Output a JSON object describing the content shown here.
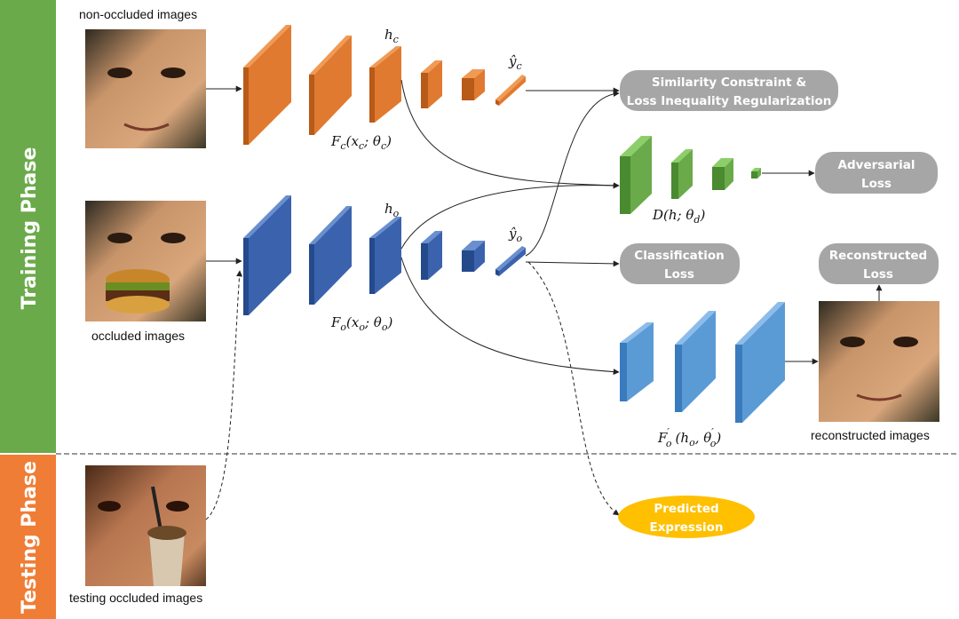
{
  "phases": {
    "training": "Training  Phase",
    "testing": "Testing Phase"
  },
  "image_labels": {
    "non_occluded": "non-occluded images",
    "occluded": "occluded images",
    "reconstructed": "reconstructed images",
    "testing_occluded": "testing occluded images"
  },
  "losses": {
    "similarity_line1": "Similarity Constraint &",
    "similarity_line2": "Loss Inequality Regularization",
    "adversarial_line1": "Adversarial",
    "adversarial_line2": "Loss",
    "classification_line1": "Classification",
    "classification_line2": "Loss",
    "reconstructed_line1": "Reconstructed",
    "reconstructed_line2": "Loss",
    "predicted_line1": "Predicted",
    "predicted_line2": "Expression"
  },
  "math": {
    "h_c": "h",
    "h_c_sub": "c",
    "h_o": "h",
    "h_o_sub": "o",
    "yhat_c": "ŷ",
    "yhat_c_sub": "c",
    "yhat_o": "ŷ",
    "yhat_o_sub": "o",
    "F_c": "F",
    "F_c_sub": "c",
    "F_c_args": "(x",
    "F_c_args_sub": "c",
    "F_c_args_rest": "; θ",
    "F_c_args_sub2": "c",
    "F_c_close": ")",
    "F_o": "F",
    "F_o_sub": "o",
    "F_o_args": "(x",
    "F_o_args_sub": "o",
    "F_o_args_rest": "; θ",
    "F_o_args_sub2": "o",
    "F_o_close": ")",
    "D": "D(h; θ",
    "D_sub": "d",
    "D_close": ")",
    "Fp": "F",
    "Fp_sub": "o",
    "Fp_sup": "′",
    "Fp_args": "(h",
    "Fp_args_sub": "o",
    "Fp_args_rest": ", θ",
    "Fp_args_sub2": "o",
    "Fp_args_sup2": "′",
    "Fp_close": ")"
  },
  "colors": {
    "training_bar": "#6aaa4a",
    "testing_bar": "#ef7d35",
    "orange_layer": "#e07a30",
    "blue_layer": "#3b63ad",
    "green_layer": "#6aaa4a",
    "light_blue_layer": "#5b9bd5",
    "pill": "#a6a6a6",
    "predicted": "#ffc000"
  }
}
